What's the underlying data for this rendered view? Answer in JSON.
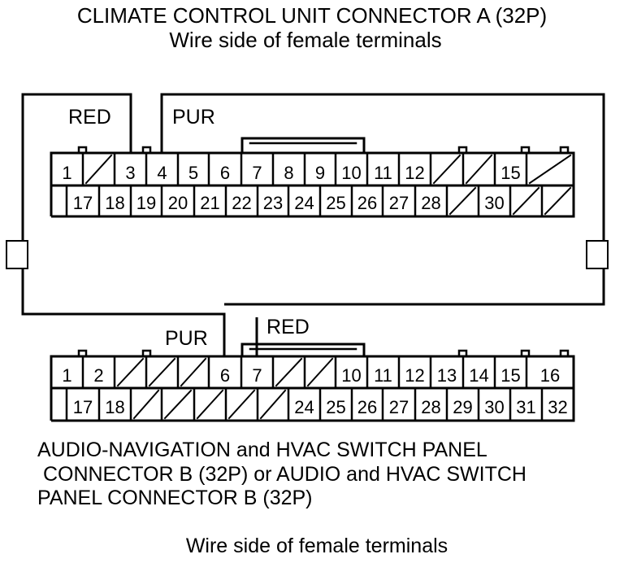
{
  "title_line1": "CLIMATE CONTROL UNIT CONNECTOR A (32P)",
  "title_line2": "Wire side of female terminals",
  "connector_a": {
    "row1": [
      "1",
      "/",
      "3",
      "4",
      "5",
      "6",
      "7",
      "8",
      "9",
      "10",
      "11",
      "12",
      "/",
      "/",
      "15",
      "/"
    ],
    "row2": [
      "",
      "17",
      "18",
      "19",
      "20",
      "21",
      "22",
      "23",
      "24",
      "25",
      "26",
      "27",
      "28",
      "/",
      "30",
      "/",
      "/"
    ],
    "wires": [
      {
        "label": "RED"
      },
      {
        "label": "PUR"
      }
    ]
  },
  "connector_b": {
    "row1": [
      "1",
      "2",
      "/",
      "/",
      "/",
      "6",
      "7",
      "/",
      "/",
      "10",
      "11",
      "12",
      "13",
      "14",
      "15",
      "16"
    ],
    "row2": [
      "",
      "17",
      "18",
      "/",
      "/",
      "/",
      "/",
      "/",
      "24",
      "25",
      "26",
      "27",
      "28",
      "29",
      "30",
      "31",
      "32"
    ],
    "wires": [
      {
        "label": "PUR"
      },
      {
        "label": "RED"
      }
    ]
  },
  "caption_lines": [
    "AUDIO-NAVIGATION and HVAC SWITCH PANEL",
    " CONNECTOR B (32P) or AUDIO and HVAC SWITCH",
    "PANEL CONNECTOR B (32P)"
  ],
  "footer": "Wire side of female terminals"
}
